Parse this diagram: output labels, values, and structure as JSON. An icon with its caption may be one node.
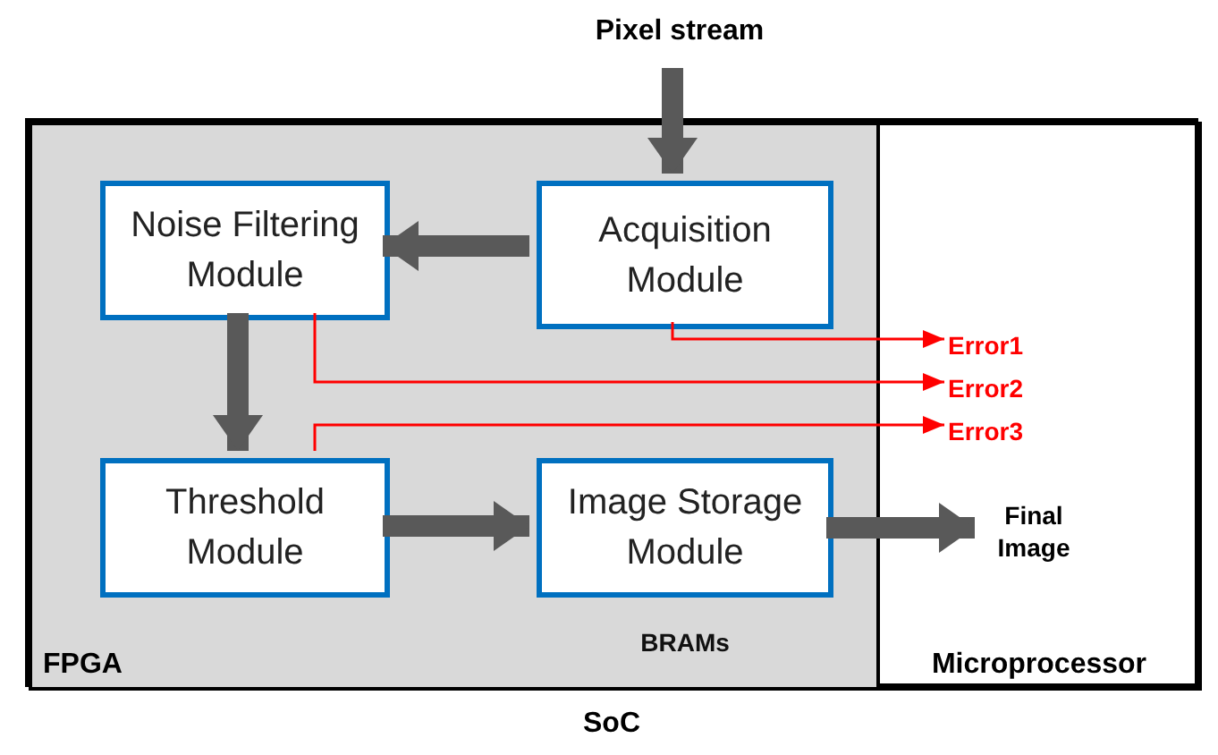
{
  "diagram": {
    "nodes": [
      {
        "text": [
          "SoC"
        ]
      },
      {
        "text": [
          "FPGA"
        ],
        "in": 0
      },
      {
        "text": [
          "Microprocessor"
        ],
        "in": 0
      },
      {
        "text": [
          "Noise Filtering Module"
        ],
        "in": 1
      },
      {
        "text": [
          "Acquisition Module"
        ],
        "in": 1
      },
      {
        "text": [
          "Threshold Module"
        ],
        "in": 1
      },
      {
        "text": [
          "Image Storage Module"
        ],
        "in": 1,
        "beside": [
          "BRAMs"
        ]
      },
      {
        "text": [
          "Pixel stream"
        ]
      },
      {
        "text": [
          "Final Image"
        ],
        "in": 2
      },
      {
        "text": [
          "Error1"
        ],
        "in": 2
      },
      {
        "text": [
          "Error2"
        ],
        "in": 2
      },
      {
        "text": [
          "Error3"
        ],
        "in": 2
      }
    ],
    "edges": [
      {
        "from": 7,
        "to": 4,
        "arrow": "to"
      },
      {
        "from": 4,
        "to": 3,
        "arrow": "to"
      },
      {
        "from": 3,
        "to": 5,
        "arrow": "to"
      },
      {
        "from": 5,
        "to": 6,
        "arrow": "to"
      },
      {
        "from": 6,
        "to": 8,
        "arrow": "to"
      },
      {
        "from": 4,
        "to": 9,
        "arrow": "to",
        "color": "#ff0000"
      },
      {
        "from": 3,
        "to": 10,
        "arrow": "to",
        "color": "#ff0000"
      },
      {
        "from": 5,
        "to": 11,
        "arrow": "to",
        "color": "#ff0000"
      }
    ]
  }
}
